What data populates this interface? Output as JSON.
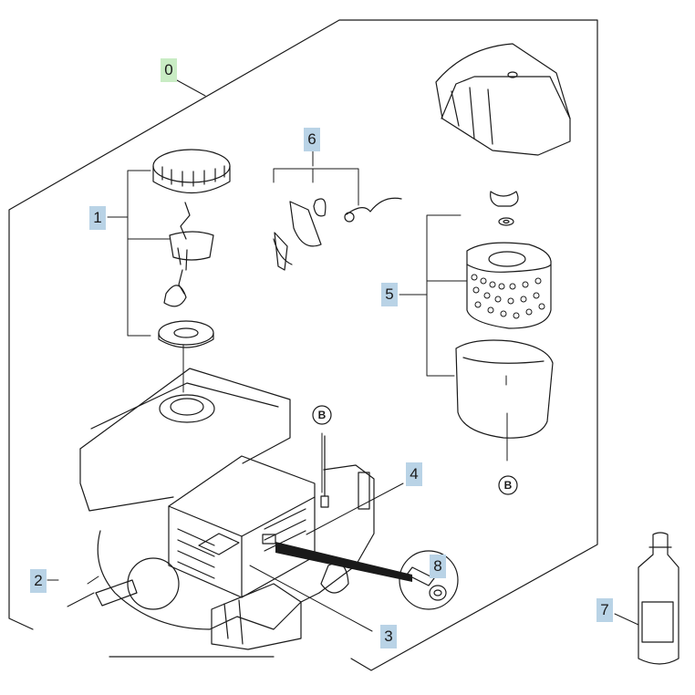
{
  "diagram": {
    "colors": {
      "line": "#1a1a1a",
      "callout_blue": "#b9d3e6",
      "callout_green": "#c9ecc4"
    },
    "callouts": [
      {
        "id": "0",
        "label": "0",
        "part": "complete engine assembly"
      },
      {
        "id": "1",
        "label": "1",
        "part": "fuel cap with strainer and gasket"
      },
      {
        "id": "2",
        "label": "2",
        "part": "shaft key"
      },
      {
        "id": "3",
        "label": "3",
        "part": "muffler"
      },
      {
        "id": "4",
        "label": "4",
        "part": "muffler heat shield"
      },
      {
        "id": "5",
        "label": "5",
        "part": "air filter element set"
      },
      {
        "id": "6",
        "label": "6",
        "part": "recoil starter parts"
      },
      {
        "id": "7",
        "label": "7",
        "part": "oil bottle"
      },
      {
        "id": "8",
        "label": "8",
        "part": "flange bolt"
      }
    ],
    "reference_marks": [
      "B",
      "B"
    ]
  }
}
